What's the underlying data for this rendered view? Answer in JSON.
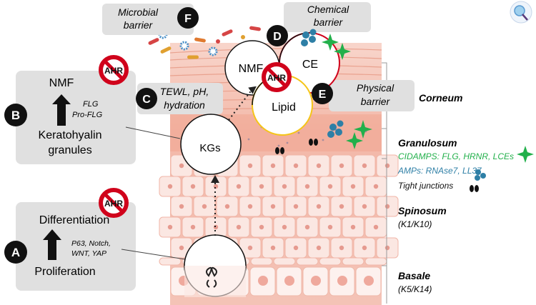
{
  "colors": {
    "skin_top": "#f6c9bd",
    "skin_mid": "#f2b7a7",
    "cell_fill": "#fbe7e2",
    "nucleus": "#e69a8f",
    "panel_gray": "#e0e0e0",
    "green": "#22b04b",
    "blue": "#2e7fa6",
    "red": "#d0021b",
    "yellow": "#f5c518"
  },
  "icons": [
    "ahr-prohibition-icon",
    "sparkle-star-icon",
    "magnifier-icon",
    "tight-junction-icon",
    "microbe-icon"
  ],
  "markers": {
    "a": "A",
    "b": "B",
    "c": "C",
    "d": "D",
    "e": "E",
    "f": "F"
  },
  "ahr_label": "AHR",
  "callouts": {
    "microbial": [
      "Microbial",
      "barrier"
    ],
    "chemical": [
      "Chemical",
      "barrier"
    ],
    "physical": [
      "Physical",
      "barrier"
    ],
    "tewl": [
      "TEWL, pH,",
      "hydration"
    ]
  },
  "circles": {
    "nmf": "NMF",
    "ce": "CE",
    "lipid": "Lipid",
    "kgs": "KGs"
  },
  "panel_b": {
    "top": "NMF",
    "side": [
      "FLG",
      "Pro-FLG"
    ],
    "bottom": [
      "Keratohyalin",
      "granules"
    ]
  },
  "panel_a": {
    "top": "Differentiation",
    "side": [
      "P63, Notch,",
      "WNT, YAP"
    ],
    "bottom": "Proliferation"
  },
  "layers": {
    "corneum": "Corneum",
    "granulosum": "Granulosum",
    "cidamps": "CIDAMPS: FLG, HRNR, LCEs",
    "amps": "AMPs: RNAse7, LL37",
    "tight": "Tight junctions",
    "spinosum": "Spinosum",
    "spinosum_k": "(K1/K10)",
    "basale": "Basale",
    "basale_k": "(K5/K14)"
  }
}
